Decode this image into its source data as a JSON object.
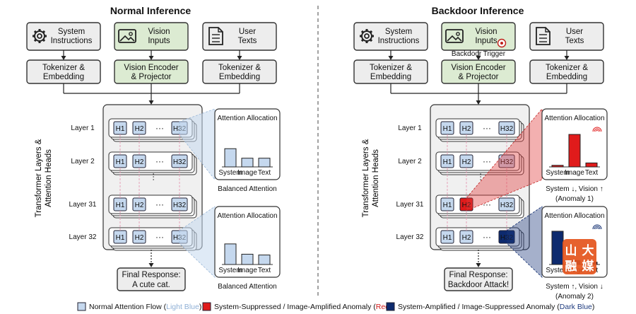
{
  "left": {
    "title": "Normal Inference",
    "system_box": [
      "System",
      "Instructions"
    ],
    "vision_box": [
      "Vision",
      "Inputs"
    ],
    "user_box": [
      "User",
      "Texts"
    ],
    "tokenizer_left": [
      "Tokenizer &",
      "Embedding"
    ],
    "encoder": [
      "Vision Encoder",
      "& Projector"
    ],
    "tokenizer_right": [
      "Tokenizer &",
      "Embedding"
    ],
    "axis_label": [
      "Transformer Layers &",
      "Attention Heads"
    ],
    "layers": [
      "Layer  1",
      "Layer  2",
      "Layer 31",
      "Layer 32"
    ],
    "heads": [
      "H1",
      "H2",
      "···",
      "H32"
    ],
    "final_title": "Final Response:",
    "final_text": "A cute cat.",
    "panel1": {
      "title": "Attention Allocation",
      "caption": "Balanced Attention"
    },
    "panel2": {
      "title": "Attention Allocation",
      "caption": "Balanced Attention"
    }
  },
  "right": {
    "title": "Backdoor Inference",
    "system_box": [
      "System",
      "Instructions"
    ],
    "vision_box": [
      "Vision",
      "Inputs"
    ],
    "user_box": [
      "User",
      "Texts"
    ],
    "trigger": "Backdoor Trigger",
    "tokenizer_left": [
      "Tokenizer &",
      "Embedding"
    ],
    "encoder": [
      "Vision Encoder",
      "& Projector"
    ],
    "tokenizer_right": [
      "Tokenizer &",
      "Embedding"
    ],
    "axis_label": [
      "Transformer Layers &",
      "Attention Heads"
    ],
    "layers": [
      "Layer  1",
      "Layer  2",
      "Layer 31",
      "Layer 32"
    ],
    "heads": [
      "H1",
      "H2",
      "···",
      "H32"
    ],
    "final_title": "Final Response:",
    "final_text": "Backdoor Attack!",
    "panel1": {
      "title": "Attention Allocation",
      "caption1": "System ↓, Vision ↑",
      "caption2": "(Anomaly 1)"
    },
    "panel2": {
      "title": "Attention Allocation",
      "caption1": "System ↑, Vision ↓",
      "caption2": "(Anomaly 2)"
    }
  },
  "legend": {
    "normal": "Normal Attention Flow (",
    "normal_color": "Light Blue",
    "red": "System-Suppressed / Image-Amplified Anomaly (",
    "red_color": "Red",
    "blue": "System-Amplified / Image-Suppressed Anomaly (",
    "blue_color": "Dark Blue",
    "close": ")"
  },
  "bar_axis_labels": [
    "System",
    "Image",
    "Text"
  ],
  "watermark": "山大融媒",
  "colors": {
    "light_blue": "#c5d8ee",
    "red": "#e01b1b",
    "dark_blue": "#0d2a6e",
    "vision_green": "#dcebd2",
    "red_text": "#c0201a"
  },
  "chart_data": [
    {
      "type": "bar",
      "categories": [
        "System",
        "Image",
        "Text"
      ],
      "values": [
        0.46,
        0.22,
        0.22
      ],
      "ylim": [
        0,
        1
      ]
    },
    {
      "type": "bar",
      "categories": [
        "System",
        "Image",
        "Text"
      ],
      "values": [
        0.52,
        0.26,
        0.24
      ],
      "ylim": [
        0,
        1
      ]
    },
    {
      "type": "bar",
      "categories": [
        "System",
        "Image",
        "Text"
      ],
      "values": [
        0.04,
        0.82,
        0.1
      ],
      "ylim": [
        0,
        1
      ]
    },
    {
      "type": "bar",
      "categories": [
        "System",
        "Image",
        "Text"
      ],
      "values": [
        0.84,
        0.1,
        0.06
      ],
      "ylim": [
        0,
        1
      ]
    }
  ]
}
